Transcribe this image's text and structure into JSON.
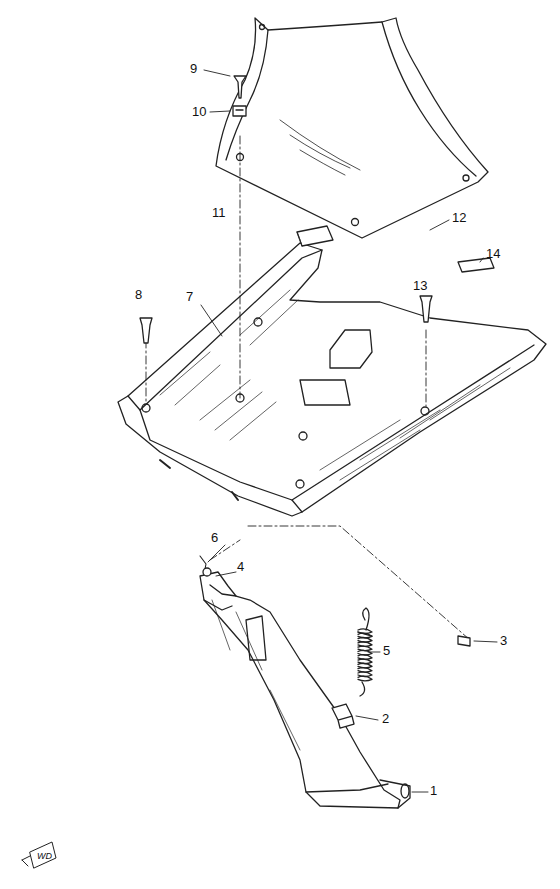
{
  "diagram": {
    "labels": [
      "9",
      "10",
      "11",
      "12",
      "14",
      "13",
      "7",
      "8",
      "6",
      "4",
      "5",
      "3",
      "2",
      "1",
      "WD"
    ]
  }
}
